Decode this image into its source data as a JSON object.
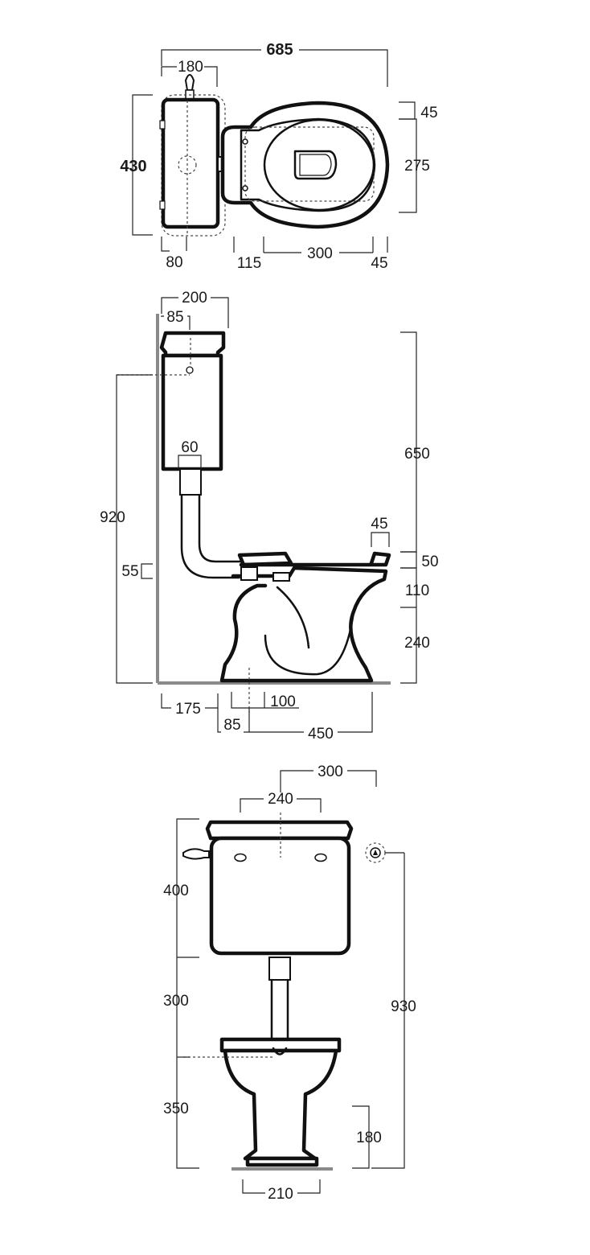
{
  "plan_view": {
    "overall_width": "685",
    "cistern_width": "180",
    "cistern_depth": "430",
    "cistern_offset": "80",
    "rim_front": "45",
    "bowl_depth": "275",
    "seg_115": "115",
    "seg_300": "300",
    "seg_45": "45"
  },
  "side_view": {
    "cistern_depth": "200",
    "outlet_offset": "85",
    "pipe_diameter": "60",
    "height_total": "920",
    "inlet_height": "55",
    "cistern_to_rim": "650",
    "rim_width": "45",
    "seat_height": "50",
    "rim_to_outlet": "110",
    "outlet_height": "240",
    "wall_to_centre": "175",
    "outlet_width": "100",
    "outlet_offset_bottom": "85",
    "projection": "450"
  },
  "front_view": {
    "cistern_width": "300",
    "mount_spacing": "240",
    "cistern_height": "400",
    "pipe_length": "300",
    "bowl_height": "350",
    "inlet_total": "930",
    "pedestal_height": "180",
    "foot_width": "210"
  },
  "colors": {
    "line": "#111111",
    "floor": "#8a8a8a",
    "background": "#ffffff"
  }
}
